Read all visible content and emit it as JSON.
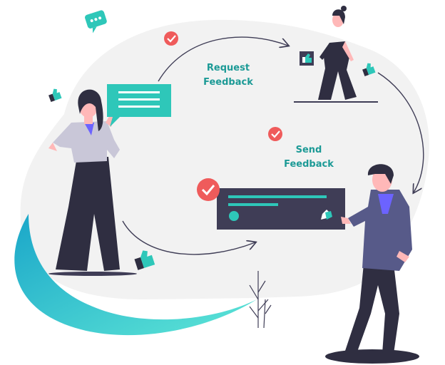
{
  "labels": {
    "request_line1": "Request",
    "request_line2": "Feedback",
    "send_line1": "Send",
    "send_line2": "Feedback"
  },
  "colors": {
    "teal_label": "#1c9a96",
    "teal_accent": "#2ec7b9",
    "teal_gradient_end": "#5ee6d6",
    "gradient_start": "#1aa6c9",
    "check_red": "#ef5b5b",
    "ink_dark": "#2f2e41",
    "card_dark": "#3f3d56",
    "blob_grey": "#f2f2f2",
    "jacket_purple": "#575a89",
    "shirt_purple": "#6c63ff",
    "skin": "#ffb8b8"
  },
  "icons": [
    "chat-bubble-icon",
    "check-icon",
    "thumbs-up-icon",
    "arrow-icon"
  ]
}
